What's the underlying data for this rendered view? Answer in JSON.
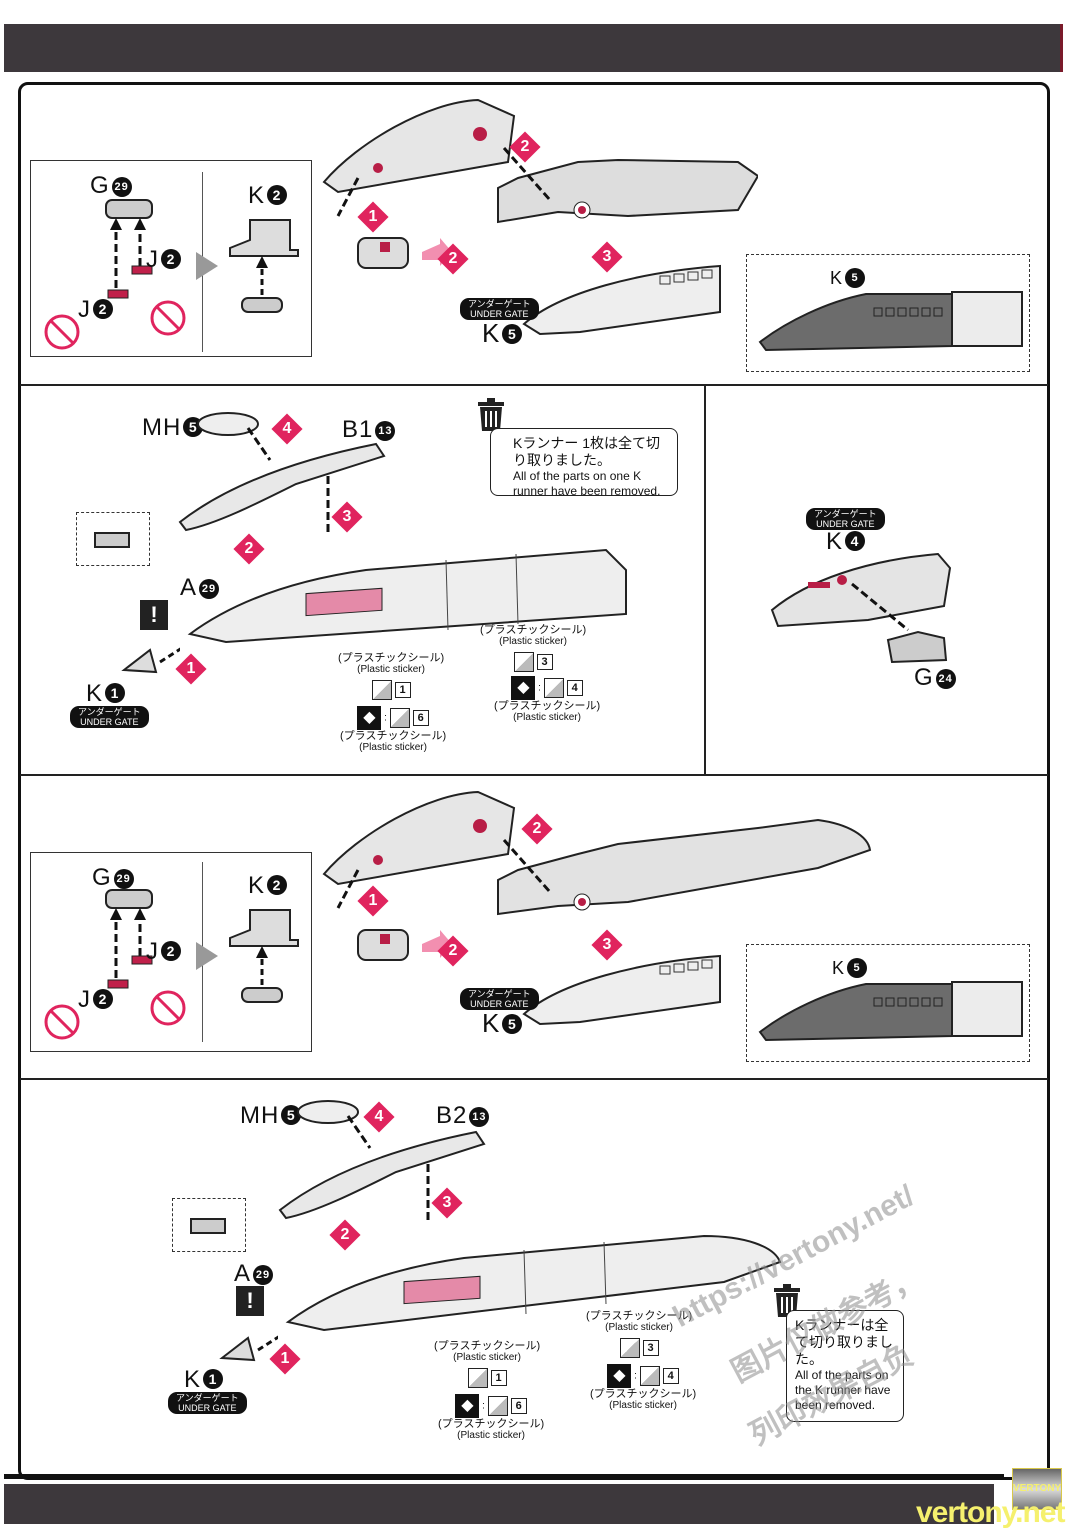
{
  "page": {
    "header_band_color": "#3d383c",
    "accent_color": "#e0245e",
    "sticker_color": "#e48aa8"
  },
  "sections": [
    {
      "id": "step-a",
      "inset": {
        "parts": [
          {
            "label": "G",
            "num": "29"
          },
          {
            "label": "J",
            "num": "2"
          },
          {
            "label": "J",
            "num": "2"
          },
          {
            "label": "K",
            "num": "2"
          }
        ],
        "prohibited_icons": 2
      },
      "steps": [
        "1",
        "2",
        "2",
        "3"
      ],
      "part_label": {
        "label": "K",
        "num": "5"
      },
      "under_gate": {
        "jp": "アンダーゲート",
        "en": "UNDER GATE"
      },
      "detail_label": {
        "label": "K",
        "num": "5"
      }
    },
    {
      "id": "step-b",
      "parts": {
        "mh": {
          "label": "MH",
          "num": "5"
        },
        "b": {
          "label": "B1",
          "num": "13"
        },
        "a": {
          "label": "A",
          "num": "29"
        },
        "k": {
          "label": "K",
          "num": "1"
        }
      },
      "steps": [
        "1",
        "2",
        "3",
        "4"
      ],
      "under_gate": {
        "jp": "アンダーゲート",
        "en": "UNDER GATE"
      },
      "note": {
        "jp": "Kランナー 1枚は全て切り取りました。",
        "en": "All of the parts on one K runner have been removed."
      },
      "stickers": [
        {
          "jp": "(プラスチックシール)",
          "en": "(Plastic sticker)",
          "num": "3"
        },
        {
          "jp": "(プラスチックシール)",
          "en": "(Plastic sticker)",
          "num": "4",
          "alt": true
        },
        {
          "jp": "(プラスチックシール)",
          "en": "(Plastic sticker)",
          "num": "1"
        },
        {
          "jp": "(プラスチックシール)",
          "en": "(Plastic sticker)",
          "num": "6",
          "alt": true
        }
      ]
    },
    {
      "id": "step-side",
      "under_gate": {
        "jp": "アンダーゲート",
        "en": "UNDER GATE"
      },
      "parts": {
        "k": {
          "label": "K",
          "num": "4"
        },
        "g": {
          "label": "G",
          "num": "24"
        }
      }
    },
    {
      "id": "step-c",
      "inset": {
        "parts": [
          {
            "label": "G",
            "num": "29"
          },
          {
            "label": "J",
            "num": "2"
          },
          {
            "label": "J",
            "num": "2"
          },
          {
            "label": "K",
            "num": "2"
          }
        ]
      },
      "steps": [
        "1",
        "2",
        "2",
        "3"
      ],
      "part_label": {
        "label": "K",
        "num": "5"
      },
      "under_gate": {
        "jp": "アンダーゲート",
        "en": "UNDER GATE"
      },
      "detail_label": {
        "label": "K",
        "num": "5"
      }
    },
    {
      "id": "step-d",
      "parts": {
        "mh": {
          "label": "MH",
          "num": "5"
        },
        "b": {
          "label": "B2",
          "num": "13"
        },
        "a": {
          "label": "A",
          "num": "29"
        },
        "k": {
          "label": "K",
          "num": "1"
        }
      },
      "steps": [
        "1",
        "2",
        "3",
        "4"
      ],
      "under_gate": {
        "jp": "アンダーゲート",
        "en": "UNDER GATE"
      },
      "note": {
        "jp": "Kランナーは全て切り取りました。",
        "en": "All of the parts on the K runner have been removed."
      },
      "stickers": [
        {
          "jp": "(プラスチックシール)",
          "en": "(Plastic sticker)",
          "num": "3"
        },
        {
          "jp": "(プラスチックシール)",
          "en": "(Plastic sticker)",
          "num": "4",
          "alt": true
        },
        {
          "jp": "(プラスチックシール)",
          "en": "(Plastic sticker)",
          "num": "1"
        },
        {
          "jp": "(プラスチックシール)",
          "en": "(Plastic sticker)",
          "num": "6",
          "alt": true
        }
      ]
    }
  ],
  "watermark": {
    "url": "https://vertony.net/",
    "cn1": "图片仅做参考，",
    "cn2": "列印效果自负",
    "brand": "vertony.net",
    "badge": "VERTONY"
  }
}
